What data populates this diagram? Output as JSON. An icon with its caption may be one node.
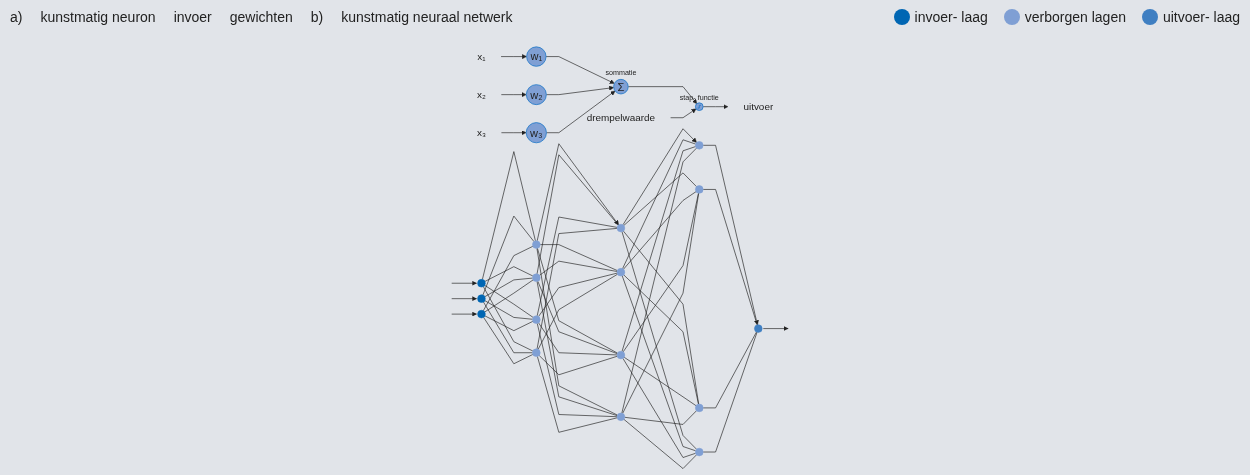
{
  "diagram": {
    "nodes": [
      {
        "text": [
          "x₁"
        ]
      },
      {
        "text": [
          "x₂"
        ]
      },
      {
        "text": [
          "x₃"
        ]
      },
      {
        "text": [
          "w₁"
        ]
      },
      {
        "text": [
          "w₂"
        ]
      },
      {
        "text": [
          "w₃"
        ]
      },
      {
        "text": [
          "Σ"
        ],
        "beside": [
          "sommatie"
        ]
      },
      {
        "text": [],
        "shape": "circle",
        "beside": [
          "stap- functie"
        ]
      },
      {
        "text": [
          "uitvoer"
        ]
      },
      {
        "text": [
          "drempelwaarde"
        ]
      },
      {
        "text": [],
        "shape": "circle"
      },
      {
        "text": [],
        "shape": "circle"
      },
      {
        "text": [],
        "shape": "circle"
      },
      {
        "text": [],
        "shape": "circle"
      },
      {
        "text": [],
        "shape": "circle"
      },
      {
        "text": [],
        "shape": "circle"
      },
      {
        "text": [],
        "shape": "circle"
      },
      {
        "text": [],
        "shape": "circle"
      },
      {
        "text": [],
        "shape": "circle"
      },
      {
        "text": [],
        "shape": "circle"
      },
      {
        "text": [],
        "shape": "circle"
      },
      {
        "text": [],
        "shape": "circle"
      },
      {
        "text": [],
        "shape": "circle"
      },
      {
        "text": [],
        "shape": "circle"
      },
      {
        "text": [],
        "shape": "circle"
      },
      {
        "text": [],
        "shape": "circle"
      }
    ],
    "edges": [
      {
        "from": 0,
        "to": 3,
        "arrow": "to"
      },
      {
        "from": 1,
        "to": 4,
        "arrow": "to"
      },
      {
        "from": 2,
        "to": 5,
        "arrow": "to"
      },
      {
        "from": 3,
        "to": 6,
        "arrow": "to"
      },
      {
        "from": 4,
        "to": 6,
        "arrow": "to"
      },
      {
        "from": 5,
        "to": 6,
        "arrow": "to"
      },
      {
        "from": 6,
        "to": 7,
        "arrow": "to"
      },
      {
        "from": 9,
        "to": 7,
        "arrow": "to"
      },
      {
        "from": 7,
        "to": 8,
        "arrow": "to"
      },
      {
        "from": null,
        "to": 10,
        "arrow": "to"
      },
      {
        "from": null,
        "to": 11,
        "arrow": "to"
      },
      {
        "from": null,
        "to": 12,
        "arrow": "to"
      },
      {
        "from": 10,
        "to": 13,
        "arrow": "none"
      },
      {
        "from": 10,
        "to": 14,
        "arrow": "none"
      },
      {
        "from": 10,
        "to": 15,
        "arrow": "none"
      },
      {
        "from": 10,
        "to": 16,
        "arrow": "none"
      },
      {
        "from": 11,
        "to": 13,
        "arrow": "none"
      },
      {
        "from": 11,
        "to": 14,
        "arrow": "none"
      },
      {
        "from": 11,
        "to": 15,
        "arrow": "none"
      },
      {
        "from": 11,
        "to": 16,
        "arrow": "none"
      },
      {
        "from": 12,
        "to": 13,
        "arrow": "none"
      },
      {
        "from": 12,
        "to": 14,
        "arrow": "none"
      },
      {
        "from": 12,
        "to": 15,
        "arrow": "none"
      },
      {
        "from": 12,
        "to": 16,
        "arrow": "none"
      },
      {
        "from": 13,
        "to": 17,
        "arrow": "to"
      },
      {
        "from": 13,
        "to": 18,
        "arrow": "none"
      },
      {
        "from": 13,
        "to": 19,
        "arrow": "none"
      },
      {
        "from": 13,
        "to": 20,
        "arrow": "none"
      },
      {
        "from": 14,
        "to": 17,
        "arrow": "none"
      },
      {
        "from": 14,
        "to": 18,
        "arrow": "none"
      },
      {
        "from": 14,
        "to": 19,
        "arrow": "none"
      },
      {
        "from": 14,
        "to": 20,
        "arrow": "none"
      },
      {
        "from": 15,
        "to": 17,
        "arrow": "none"
      },
      {
        "from": 15,
        "to": 18,
        "arrow": "none"
      },
      {
        "from": 15,
        "to": 19,
        "arrow": "none"
      },
      {
        "from": 15,
        "to": 20,
        "arrow": "none"
      },
      {
        "from": 16,
        "to": 17,
        "arrow": "none"
      },
      {
        "from": 16,
        "to": 18,
        "arrow": "none"
      },
      {
        "from": 16,
        "to": 19,
        "arrow": "none"
      },
      {
        "from": 16,
        "to": 20,
        "arrow": "none"
      },
      {
        "from": 17,
        "to": 21,
        "arrow": "to"
      },
      {
        "from": 17,
        "to": 22,
        "arrow": "none"
      },
      {
        "from": 17,
        "to": 23,
        "arrow": "none"
      },
      {
        "from": 17,
        "to": 24,
        "arrow": "none"
      },
      {
        "from": 18,
        "to": 21,
        "arrow": "none"
      },
      {
        "from": 18,
        "to": 22,
        "arrow": "none"
      },
      {
        "from": 18,
        "to": 23,
        "arrow": "none"
      },
      {
        "from": 18,
        "to": 24,
        "arrow": "none"
      },
      {
        "from": 19,
        "to": 21,
        "arrow": "none"
      },
      {
        "from": 19,
        "to": 22,
        "arrow": "none"
      },
      {
        "from": 19,
        "to": 23,
        "arrow": "none"
      },
      {
        "from": 19,
        "to": 24,
        "arrow": "none"
      },
      {
        "from": 20,
        "to": 21,
        "arrow": "none"
      },
      {
        "from": 20,
        "to": 22,
        "arrow": "none"
      },
      {
        "from": 20,
        "to": 23,
        "arrow": "none"
      },
      {
        "from": 20,
        "to": 24,
        "arrow": "none"
      },
      {
        "from": 21,
        "to": 25,
        "arrow": "to"
      },
      {
        "from": 22,
        "to": 25,
        "arrow": "none"
      },
      {
        "from": 23,
        "to": 25,
        "arrow": "none"
      },
      {
        "from": 24,
        "to": 25,
        "arrow": "none"
      },
      {
        "from": 25,
        "to": null,
        "arrow": "to"
      }
    ],
    "labels": [
      "a)",
      "kunstmatig neuron",
      "invoer",
      "gewichten",
      "b)",
      "kunstmatig neuraal netwerk"
    ],
    "legend": [
      {
        "text": "invoer- laag",
        "color": "#0066b3"
      },
      {
        "text": "verborgen lagen",
        "color": "#7f9fd4"
      },
      {
        "text": "uitvoer- laag",
        "color": "#3f7fc2"
      }
    ]
  }
}
